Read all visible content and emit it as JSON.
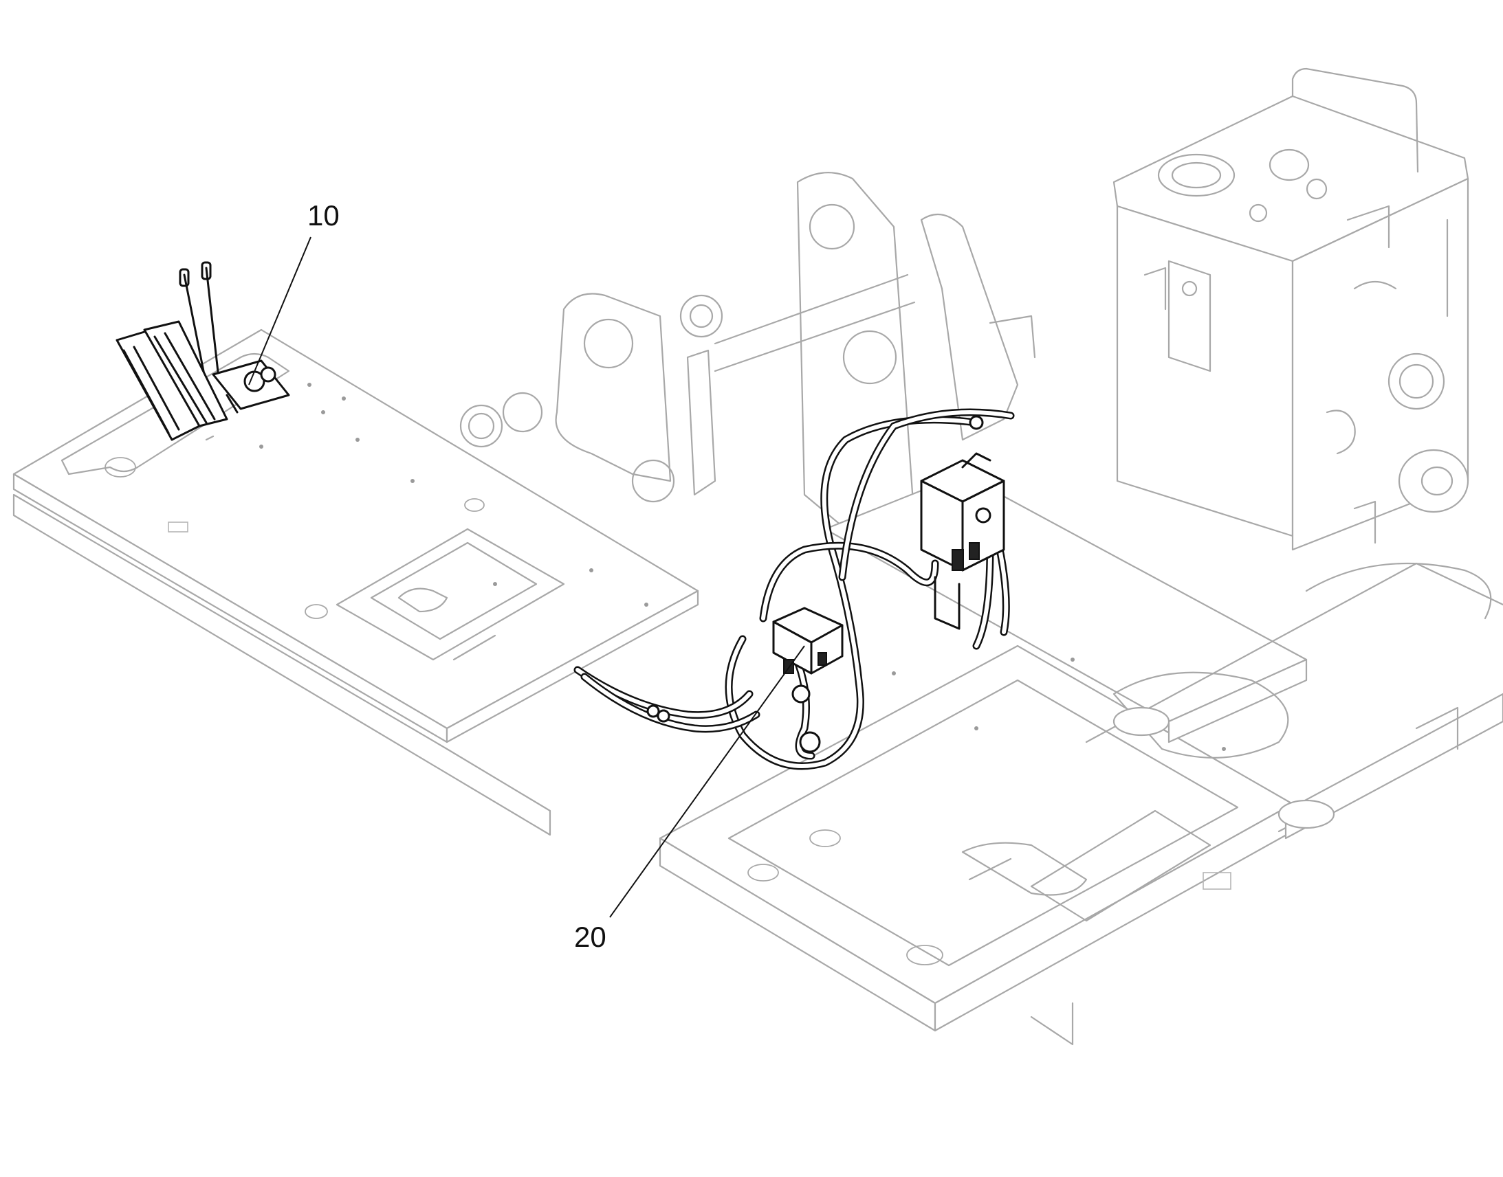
{
  "callouts": [
    {
      "id": "10",
      "label": "10"
    },
    {
      "id": "20",
      "label": "20"
    }
  ],
  "colors": {
    "background": "#ffffff",
    "highlighted_parts": "#111111",
    "context_parts": "#a8a8a8"
  }
}
